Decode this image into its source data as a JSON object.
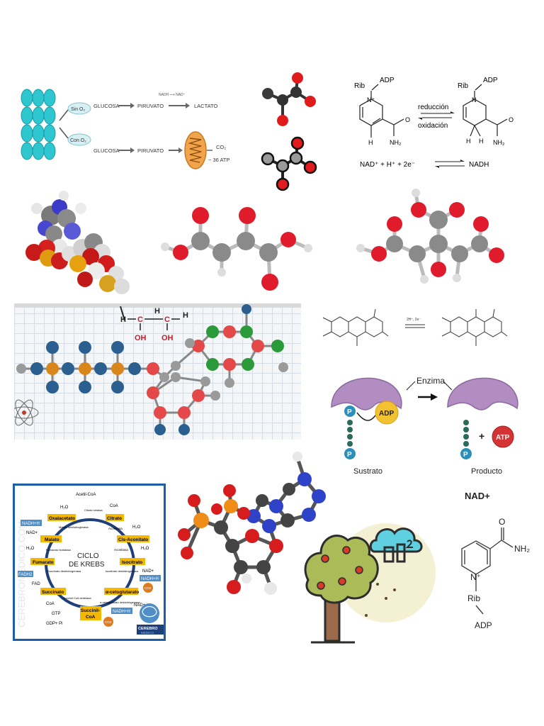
{
  "fermentation": {
    "sin_o2": "Sin O₂",
    "con_o2": "Con O₂",
    "glucosa_1": "GLUCOSA",
    "piruvato_1": "PIRUVATO",
    "nadh_nad": "NADH ⟶ NAD⁺",
    "lactato": "LACTATO",
    "glucosa_2": "GLUCOSA",
    "piruvato_2": "PIRUVATO",
    "co2": "CO₂",
    "atp": "~ 36 ATP"
  },
  "nad_reaction": {
    "rib_adp_left": "Rib",
    "adp_left": "ADP",
    "rib_adp_right": "Rib",
    "adp_right": "ADP",
    "reduccion": "reducción",
    "oxidacion": "oxidación",
    "nh2_left": "NH₂",
    "nh2_right": "NH₂",
    "h_left": "H",
    "h_right_1": "H",
    "h_right_2": "H",
    "n_plus": "N⁺",
    "n": "N",
    "o_left": "O",
    "o_right": "O",
    "equation_left": "NAD⁺ + H⁺ + 2e⁻",
    "equation_right": "NADH"
  },
  "ribose_fragment": {
    "h1": "H",
    "c1": "C",
    "h2": "H",
    "c2": "C",
    "h3": "H",
    "oh1": "OH",
    "oh2": "OH"
  },
  "flavin": {
    "arrow_label": "2H⁺, 2e⁻"
  },
  "enzyme": {
    "enzima": "Enzima",
    "adp": "ADP",
    "atp": "ATP",
    "p": "P",
    "plus": "+",
    "sustrato": "Sustrato",
    "producto": "Producto"
  },
  "krebs": {
    "title_1": "CICLO",
    "title_2": "DE KREBS",
    "watermark": "CEREBROMEDICO.COM",
    "acetil": "Acetil-CoA",
    "coa_top": "CoA",
    "h2o_top": "H₂O",
    "citrato_sintasa": "Citrato sintasa",
    "oxalacetato": "Oxalacetato",
    "citrato": "Citrato",
    "nadh_h_1": "NADH+H",
    "nad_1": "NAD+",
    "malato_dh": "Malato deshidrogenasa",
    "aconitasa_1": "Aconitasa",
    "h2o_2": "H₂O",
    "malato": "Malato",
    "cis_aconitato": "Cis-Aconitato",
    "h2o_3": "H₂O",
    "fumarasa": "Fumarato hidratasa",
    "aconitasa_2": "Aconitasa",
    "h2o_4": "H₂O",
    "fumarato": "Fumarato",
    "isocitrato": "Isocitrato",
    "nad_2": "NAD+",
    "fadh2": "FADH2",
    "succinato_dh": "Succinato deshidrogenasa",
    "isocitrato_dh": "Isocitrato deshidrogenasa",
    "nadh_h_2": "NADH+H",
    "fad": "FAD",
    "co2_1": "CO2",
    "succinato": "Succinato",
    "alfa_ceto": "α-cetoglutarato",
    "coa_mid": "CoA",
    "succinil_sintasa": "Succinil CoA sintetasa",
    "alfa_ceto_dh": "α-cetoglutarato deshidrogenasa",
    "nad_3": "NAD+",
    "gtp": "GTP",
    "succinil_1": "Succinil-",
    "succinil_2": "CoA",
    "nadh_h_3": "NADH+H",
    "gdp": "GDP+ Pi",
    "co2_2": "CO2",
    "logo_1": "CEREBRO",
    "logo_2": "MEDICO"
  },
  "tree": {
    "cloud_text": "□□"
  },
  "nad_structure": {
    "title": "NAD+",
    "o": "O",
    "nh2": "NH₂",
    "n_plus": "N⁺",
    "rib": "Rib",
    "adp": "ADP"
  }
}
